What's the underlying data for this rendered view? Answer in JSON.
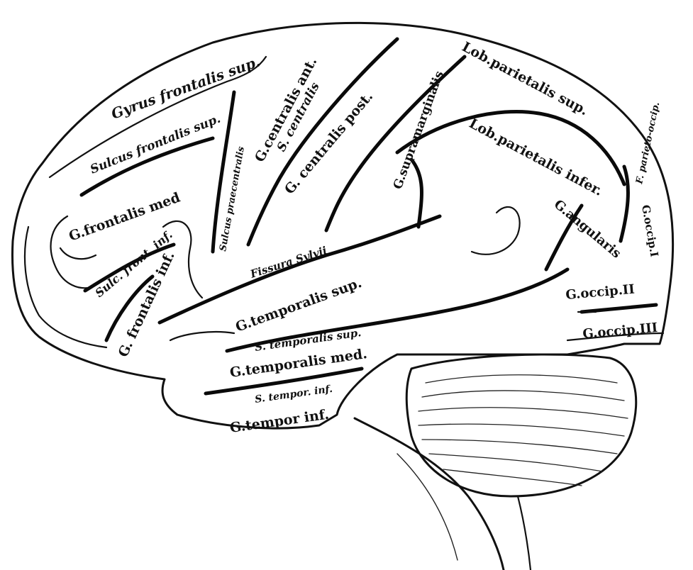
{
  "labels": {
    "gyrus_frontalis_sup": "Gyrus frontalis sup.",
    "sulcus_frontalis_sup": "Sulcus frontalis sup.",
    "sulcus_praecentralis": "Sulcus praecentralis",
    "g_centralis_ant": "G.centralis ant.",
    "s_centralis": "S. centralis",
    "g_centralis_post": "G. centralis post.",
    "lob_parietalis_sup": "Lob.parietalis sup.",
    "f_parieto_occip": "F. parieto-occip.",
    "lob_parietalis_infer": "Lob.parietalis infer.",
    "g_supramarginalis": "G.supramarginalis",
    "g_angularis": "G.angularis",
    "g_frontalis_med": "G.frontalis med",
    "sulc_front_inf": "Sulc. front. inf.",
    "g_frontalis_inf": "G. frontalis inf.",
    "fissura_sylvii": "Fissura Sylvii",
    "g_temporalis_sup": "G.temporalis sup.",
    "s_temporalis_sup": "S. temporalis sup.",
    "g_temporalis_med": "G.temporalis med.",
    "s_tempor_inf": "S. tempor. inf.",
    "g_tempor_inf": "G.tempor inf.",
    "g_occip_i": "G.occip.I",
    "g_occip_ii": "G.occip.II",
    "g_occip_iii": "G.occip.III"
  }
}
